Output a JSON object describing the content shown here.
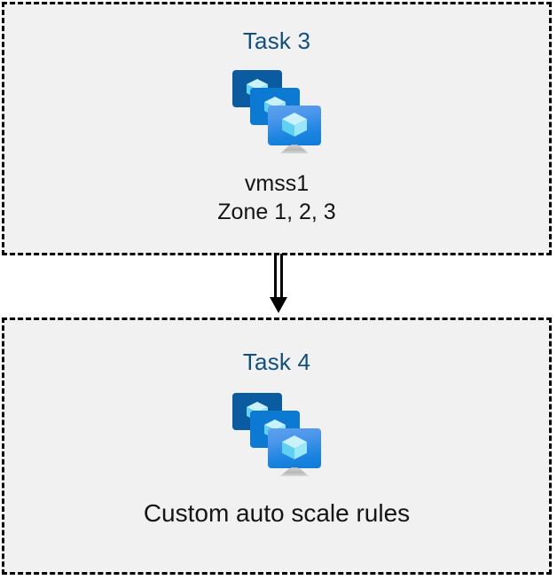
{
  "diagram": {
    "type": "flow-diagram",
    "background_color": "#ffffff",
    "box_fill_color": "#f1f1f1",
    "box_border_color": "#000000",
    "title_color": "#11507e",
    "caption_color": "#151515",
    "boxes": [
      {
        "title": "Task 3",
        "icon": "virtual-machine-scale-set-icon",
        "caption": "vmss1\nZone 1, 2, 3"
      },
      {
        "title": "Task 4",
        "icon": "virtual-machine-scale-set-icon",
        "caption": "Custom auto scale rules"
      }
    ],
    "connector": {
      "name": "double-line-arrow",
      "direction": "down",
      "color": "#000000",
      "from": "Task 3",
      "to": "Task 4"
    },
    "icon_colors": {
      "screen_back": "#0a5ba0",
      "screen_mid": "#0c7ad3",
      "screen_front_top": "#5ea0ef",
      "screen_front_bottom": "#0f7bd8",
      "cube_top": "#c9f2fb",
      "cube_left": "#5fd2f2",
      "cube_right": "#9ae7f7",
      "stand": "#b8b8b8"
    }
  }
}
